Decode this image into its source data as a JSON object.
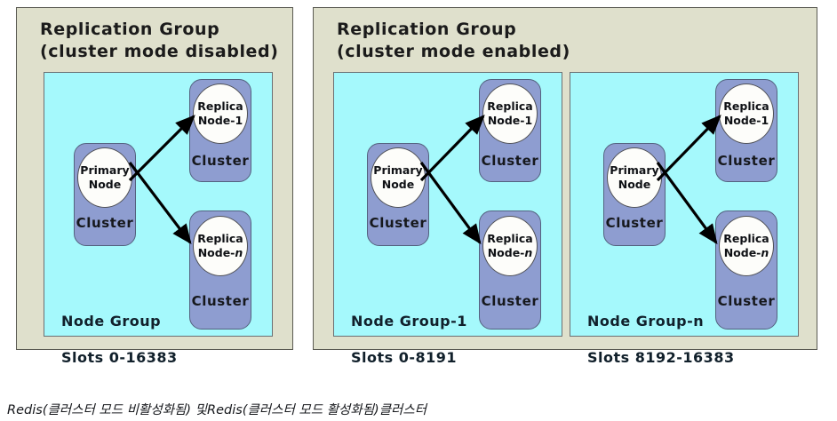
{
  "caption": "Redis(클러스터 모드 비활성화됨) 및Redis(클러스터 모드 활성화됨)클러스터",
  "colors": {
    "panel_bg": "#dfe0cc",
    "panel_border": "#5a5a52",
    "node_group_bg": "#a5f9fc",
    "node_group_border": "#6b6f72",
    "cluster_bg": "#8e9dd0",
    "cluster_border": "#53627f",
    "node_fill": "#fdfdfa",
    "node_border": "#4f5055",
    "arrow": "#000000",
    "text": "#101216"
  },
  "panels": [
    {
      "id": "cluster-mode-disabled",
      "title": "Replication Group\n(cluster mode disabled)",
      "node_groups": [
        {
          "id": "node-group-default",
          "label": "Node Group\nSlots 0-16383",
          "label_line1": "Node Group",
          "label_line2": "Slots 0-16383",
          "clusters": [
            {
              "role": "primary",
              "caption": "Cluster",
              "node_label": "Primary\nNode"
            },
            {
              "role": "replica-1",
              "caption": "Cluster",
              "node_label": "Replica\nNode-1"
            },
            {
              "role": "replica-n",
              "caption": "Cluster",
              "node_label": "Replica\nNode-n"
            }
          ]
        }
      ]
    },
    {
      "id": "cluster-mode-enabled",
      "title": "Replication Group\n(cluster mode enabled)",
      "node_groups": [
        {
          "id": "node-group-1",
          "label": "Node Group-1\nSlots 0-8191",
          "label_line1": "Node Group-1",
          "label_line2": "Slots 0-8191",
          "clusters": [
            {
              "role": "primary",
              "caption": "Cluster",
              "node_label": "Primary\nNode"
            },
            {
              "role": "replica-1",
              "caption": "Cluster",
              "node_label": "Replica\nNode-1"
            },
            {
              "role": "replica-n",
              "caption": "Cluster",
              "node_label": "Replica\nNode-n"
            }
          ]
        },
        {
          "id": "node-group-n",
          "label": "Node Group-n\nSlots 8192-16383",
          "label_line1": "Node Group-n",
          "label_line2": "Slots 8192-16383",
          "clusters": [
            {
              "role": "primary",
              "caption": "Cluster",
              "node_label": "Primary\nNode"
            },
            {
              "role": "replica-1",
              "caption": "Cluster",
              "node_label": "Replica\nNode-1"
            },
            {
              "role": "replica-n",
              "caption": "Cluster",
              "node_label": "Replica\nNode-n"
            }
          ]
        }
      ]
    }
  ]
}
